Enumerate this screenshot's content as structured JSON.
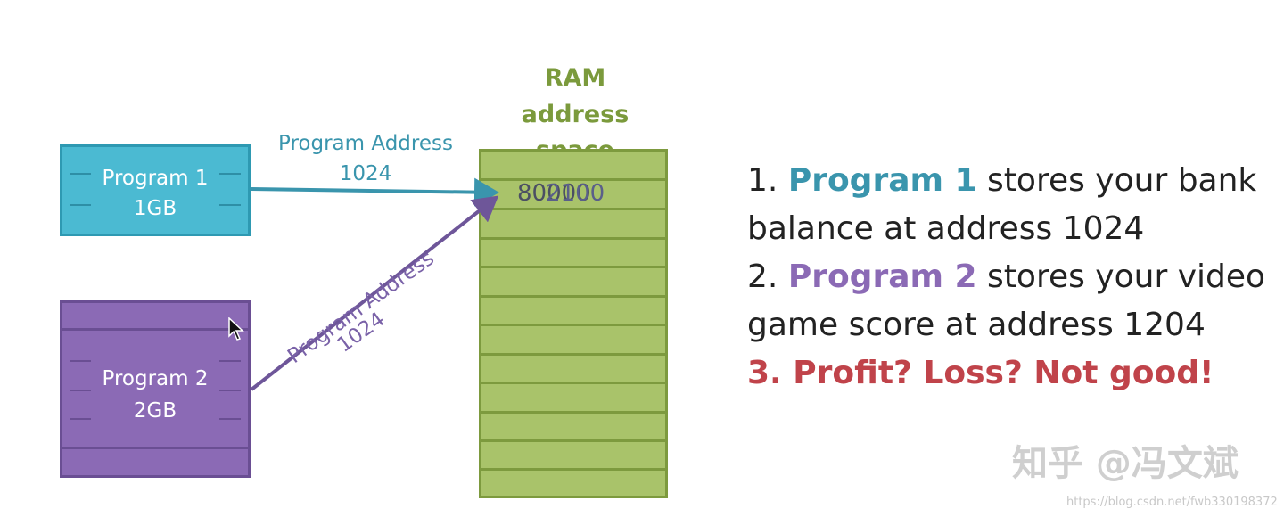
{
  "ram": {
    "title_line1": "RAM",
    "title_line2": "address space",
    "values": [
      "80000",
      "2100"
    ]
  },
  "program1": {
    "name": "Program 1",
    "size": "1GB"
  },
  "program2": {
    "name": "Program 2",
    "size": "2GB"
  },
  "arrows": {
    "p1_label_line1": "Program Address",
    "p1_label_line2": "1024",
    "p2_label_line1": "Program Address",
    "p2_label_line2": "1024"
  },
  "explanation": {
    "line1_num": "1.",
    "line1_kw": "Program 1",
    "line1_rest": "stores your bank",
    "line2": "balance at address 1024",
    "line3_num": "2.",
    "line3_kw": "Program 2",
    "line3_rest": "stores your video",
    "line4": "game score at address 1204",
    "line5": "3. Profit? Loss? Not good!"
  },
  "watermark": {
    "main": "知乎 @冯文斌",
    "url": "https://blog.csdn.net/fwb330198372"
  },
  "colors": {
    "ram_fill": "#a9c36a",
    "ram_border": "#7d9a3e",
    "program1_fill": "#4bbad2",
    "program2_fill": "#8b6ab5",
    "teal_text": "#3a95ad",
    "purple_text": "#8b6ab5",
    "red_text": "#c0434a"
  },
  "icons": [
    "cursor-arrow-icon"
  ]
}
